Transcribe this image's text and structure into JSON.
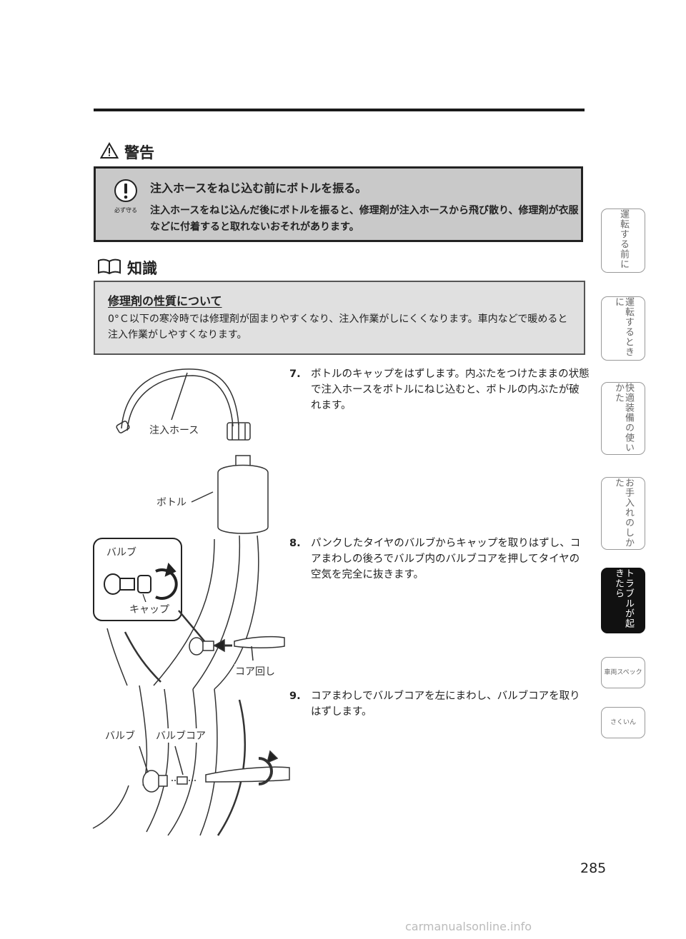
{
  "warning": {
    "title": "警告",
    "must_caption": "必ず守る",
    "heading": "注入ホースをねじ込む前にボトルを振る。",
    "body": "注入ホースをねじ込んだ後にボトルを振ると、修理剤が注入ホースから飛び散り、修理剤が衣服などに付着すると取れないおそれがあります。"
  },
  "knowledge": {
    "title": "知識",
    "heading": "修理剤の性質について",
    "body": "0°Ｃ以下の寒冷時では修理剤が固まりやすくなり、注入作業がしにくくなります。車内などで暖めると注入作業がしやすくなります。"
  },
  "steps": [
    {
      "number": "7.",
      "text": "ボトルのキャップをはずします。内ぶたをつけたままの状態で注入ホースをボトルにねじ込むと、ボトルの内ぶたが破れます。"
    },
    {
      "number": "8.",
      "text": "パンクしたタイヤのバルブからキャップを取りはずし、コアまわしの後ろでバルブ内のバルブコアを押してタイヤの空気を完全に抜きます。"
    },
    {
      "number": "9.",
      "text": "コアまわしでバルブコアを左にまわし、バルブコアを取りはずします。"
    }
  ],
  "labels": {
    "hose": "注入ホース",
    "bottle": "ボトル",
    "valve1": "バルブ",
    "cap": "キャップ",
    "core_tool": "コア回し",
    "valve2": "バルブ",
    "valve_core": "バルブコア"
  },
  "side_tabs": [
    {
      "label": "運転する前に"
    },
    {
      "label": "運転するときに"
    },
    {
      "label": "快適装備の使いかた"
    },
    {
      "label": "お手入れのしかた"
    },
    {
      "label": "トラブルが起きたら",
      "active": true
    },
    {
      "label": "車両スペック"
    },
    {
      "label": "さくいん"
    }
  ],
  "page_number": "285",
  "watermark": "carmanualsonline.info"
}
